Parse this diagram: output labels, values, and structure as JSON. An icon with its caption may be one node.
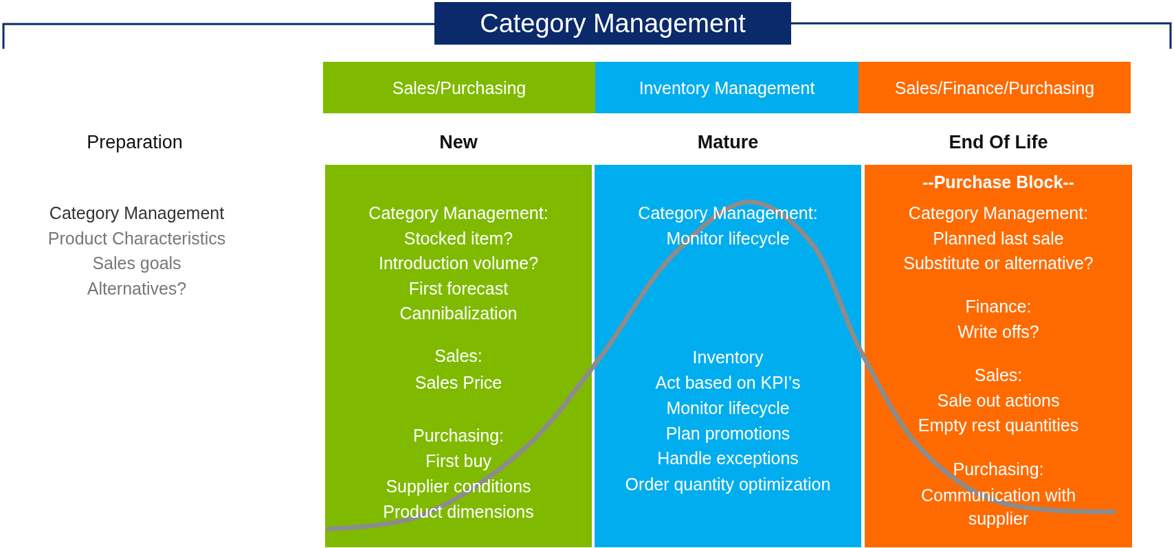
{
  "diagram": {
    "title": "Category Management",
    "nodes": [
      {
        "text": [
          "Sales/Purchasing"
        ]
      },
      {
        "text": [
          "Inventory Management"
        ]
      },
      {
        "text": [
          "Sales/Finance/Purchasing"
        ]
      },
      {
        "text": [
          "New",
          "Category Management:",
          "Stocked item?",
          "Introduction volume?",
          "First forecast",
          "Cannibalization",
          "Sales:",
          "Sales Price",
          "Purchasing:",
          "First buy",
          "Supplier conditions",
          "Product dimensions"
        ]
      },
      {
        "text": [
          "Mature",
          "Category Management:",
          "Monitor lifecycle",
          "Inventory",
          "Act based on KPI’s",
          "Monitor lifecycle",
          "Plan promotions",
          "Handle exceptions",
          "Order quantity optimization"
        ]
      },
      {
        "text": [
          "End Of Life",
          "--Purchase Block--",
          "Category Management:",
          "Planned last sale",
          "Substitute or alternative?",
          "Finance:",
          "Write offs?",
          "Sales:",
          "Sale out actions",
          "Empty rest quantities",
          "Purchasing:",
          "Communication with supplier"
        ]
      }
    ],
    "labels": [
      "Preparation",
      "Category Management",
      "Product Characteristics",
      "Sales goals",
      "Alternatives?"
    ]
  }
}
